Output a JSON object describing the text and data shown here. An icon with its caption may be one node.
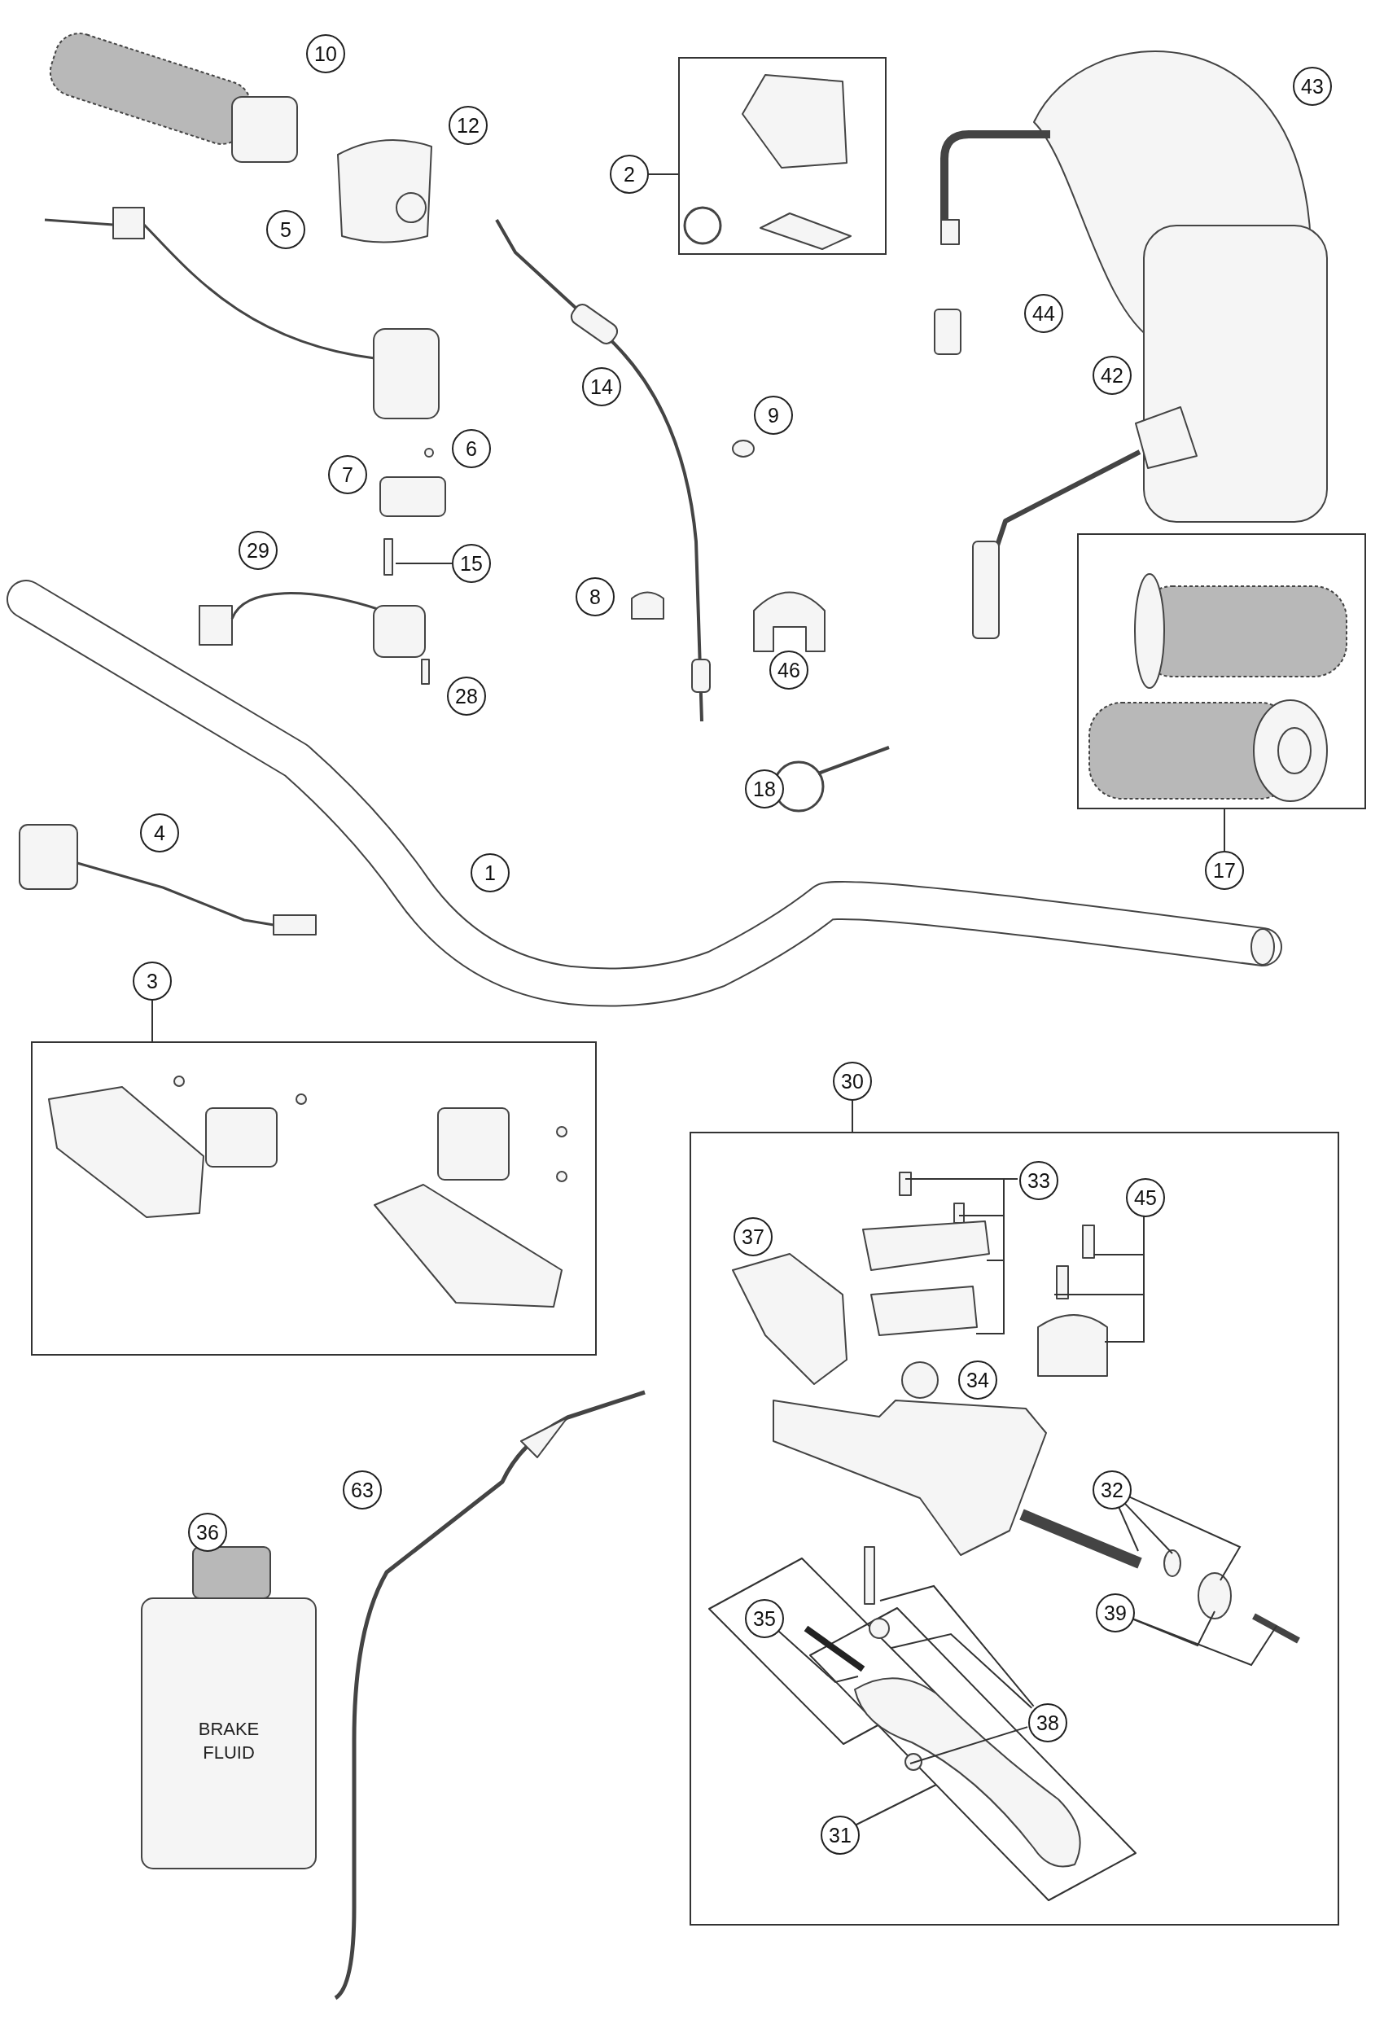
{
  "diagram": {
    "nodes": [
      {
        "text": [
          "2"
        ]
      },
      {
        "text": [],
        "shape": "box"
      },
      {
        "text": [
          "3"
        ]
      },
      {
        "text": [],
        "shape": "box"
      },
      {
        "text": [
          "17"
        ]
      },
      {
        "text": [],
        "shape": "box"
      },
      {
        "text": [
          "30"
        ]
      },
      {
        "text": [],
        "shape": "box"
      },
      {
        "text": [
          "15"
        ]
      },
      {
        "text": [
          "33"
        ],
        "in": 7
      },
      {
        "text": [
          "45"
        ],
        "in": 7
      },
      {
        "text": [
          "32"
        ],
        "in": 7
      },
      {
        "text": [
          "39"
        ],
        "in": 7
      },
      {
        "text": [
          "35"
        ],
        "in": 7
      },
      {
        "text": [
          "38"
        ],
        "in": 7
      },
      {
        "text": [
          "31"
        ],
        "in": 7
      },
      {
        "text": [
          "10"
        ]
      },
      {
        "text": [
          "12"
        ]
      },
      {
        "text": [
          "43"
        ]
      },
      {
        "text": [
          "5"
        ]
      },
      {
        "text": [
          "44"
        ]
      },
      {
        "text": [
          "14"
        ]
      },
      {
        "text": [
          "9"
        ]
      },
      {
        "text": [
          "42"
        ]
      },
      {
        "text": [
          "6"
        ]
      },
      {
        "text": [
          "7"
        ]
      },
      {
        "text": [
          "29"
        ]
      },
      {
        "text": [
          "8"
        ]
      },
      {
        "text": [
          "46"
        ]
      },
      {
        "text": [
          "28"
        ]
      },
      {
        "text": [
          "18"
        ]
      },
      {
        "text": [
          "4"
        ]
      },
      {
        "text": [
          "1"
        ]
      },
      {
        "text": [
          "37"
        ],
        "in": 7
      },
      {
        "text": [
          "34"
        ],
        "in": 7
      },
      {
        "text": [
          "36"
        ]
      },
      {
        "text": [
          "63"
        ]
      }
    ],
    "edges": [
      {
        "from": 0,
        "to": 1,
        "arrow": "none"
      },
      {
        "from": 2,
        "to": 3,
        "arrow": "none"
      },
      {
        "from": 4,
        "to": 5,
        "arrow": "none"
      },
      {
        "from": 6,
        "to": 7,
        "arrow": "none"
      },
      {
        "from": 8,
        "to": null,
        "arrow": "none"
      },
      {
        "from": 9,
        "to": null,
        "arrow": "none"
      },
      {
        "from": 9,
        "to": null,
        "arrow": "none"
      },
      {
        "from": 9,
        "to": null,
        "arrow": "none"
      },
      {
        "from": 9,
        "to": null,
        "arrow": "none"
      },
      {
        "from": 10,
        "to": null,
        "arrow": "none"
      },
      {
        "from": 10,
        "to": null,
        "arrow": "none"
      },
      {
        "from": 10,
        "to": null,
        "arrow": "none"
      },
      {
        "from": 11,
        "to": null,
        "arrow": "none"
      },
      {
        "from": 11,
        "to": null,
        "arrow": "none"
      },
      {
        "from": 11,
        "to": null,
        "arrow": "none"
      },
      {
        "from": 12,
        "to": null,
        "arrow": "none"
      },
      {
        "from": 12,
        "to": null,
        "arrow": "none"
      },
      {
        "from": 13,
        "to": null,
        "arrow": "none"
      },
      {
        "from": 14,
        "to": null,
        "arrow": "none"
      },
      {
        "from": 14,
        "to": null,
        "arrow": "none"
      },
      {
        "from": 14,
        "to": null,
        "arrow": "none"
      },
      {
        "from": 15,
        "to": null,
        "arrow": "none"
      }
    ],
    "labels": [
      "BRAKE FLUID"
    ]
  }
}
